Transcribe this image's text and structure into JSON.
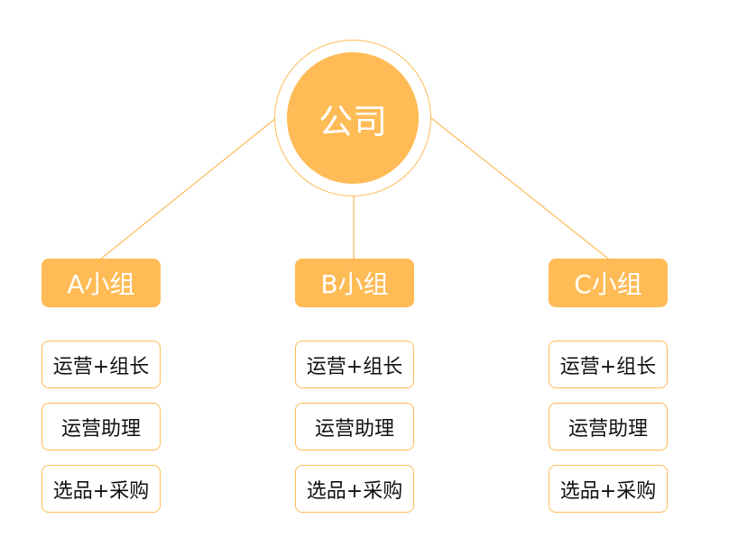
{
  "company": {
    "label": "公司"
  },
  "groups": [
    {
      "label": "A小组",
      "roles": [
        "运营+组长",
        "运营助理",
        "选品+采购"
      ]
    },
    {
      "label": "B小组",
      "roles": [
        "运营+组长",
        "运营助理",
        "选品+采购"
      ]
    },
    {
      "label": "C小组",
      "roles": [
        "运营+组长",
        "运营助理",
        "选品+采购"
      ]
    }
  ],
  "colors": {
    "accent": "#ffbb55",
    "text": "#111111",
    "background": "#ffffff"
  }
}
